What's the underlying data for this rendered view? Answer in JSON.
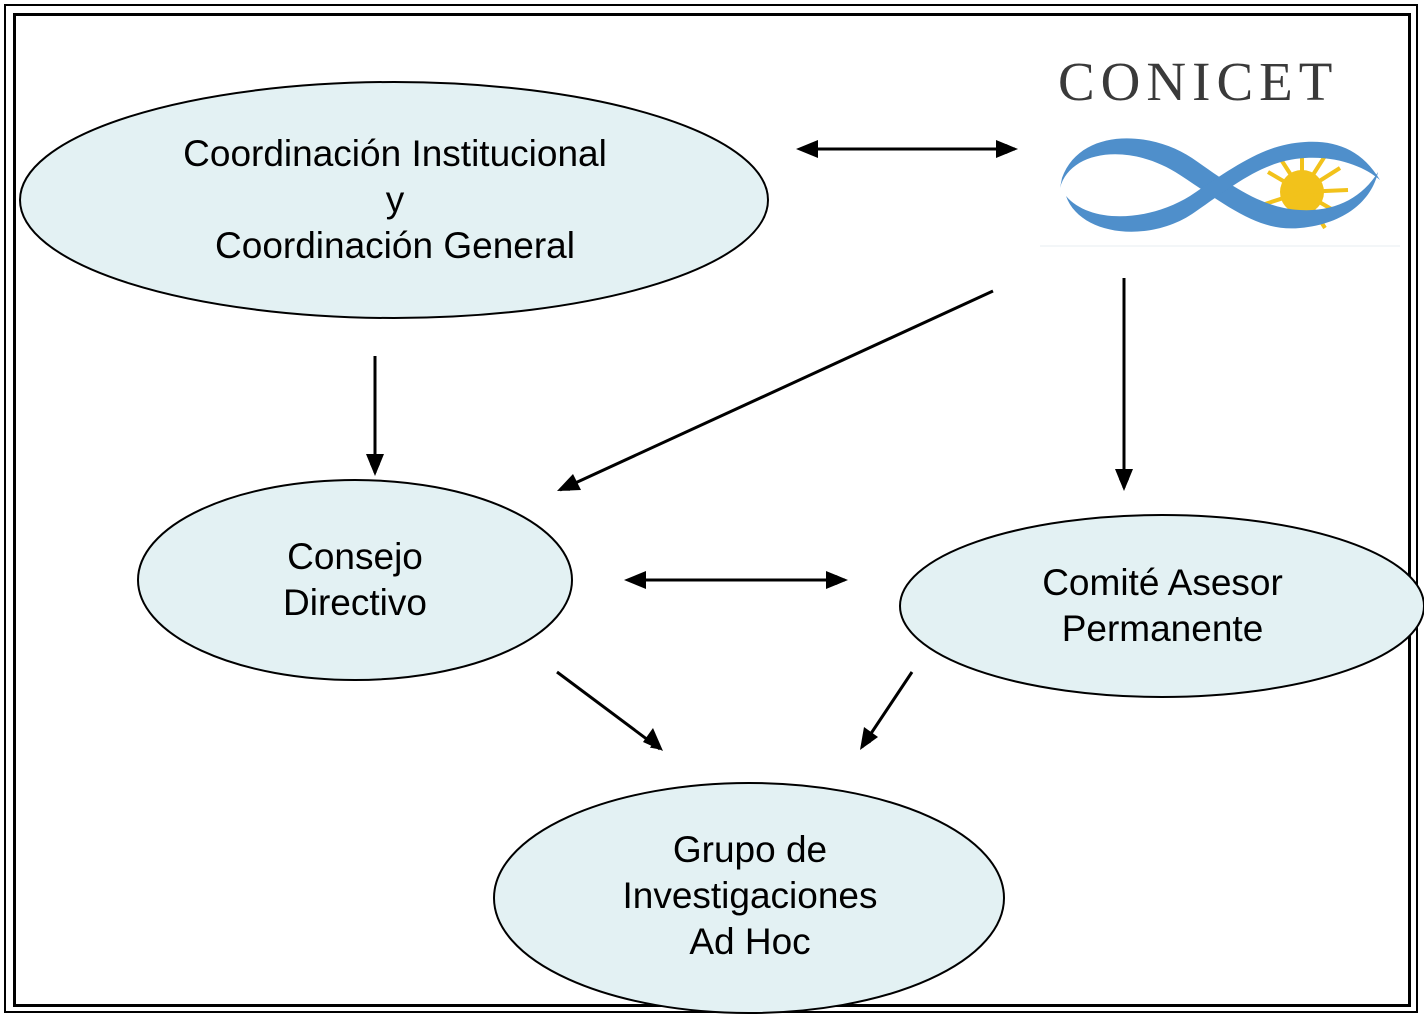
{
  "nodes": {
    "coordinacion": {
      "line1": "Coordinación Institucional",
      "line2": "y",
      "line3": "Coordinación General"
    },
    "consejo": {
      "line1": "Consejo",
      "line2": "Directivo"
    },
    "comite": {
      "line1": "Comité Asesor",
      "line2": "Permanente"
    },
    "grupo": {
      "line1": "Grupo de",
      "line2": "Investigaciones",
      "line3": "Ad Hoc"
    }
  },
  "logo": {
    "name": "CONICET",
    "icon": "conicet-infinity-sun-logo"
  },
  "colors": {
    "node_fill": "#e3f1f3",
    "stroke": "#000000",
    "logo_blue": "#4f8fcb",
    "logo_sun": "#f2c21b"
  }
}
